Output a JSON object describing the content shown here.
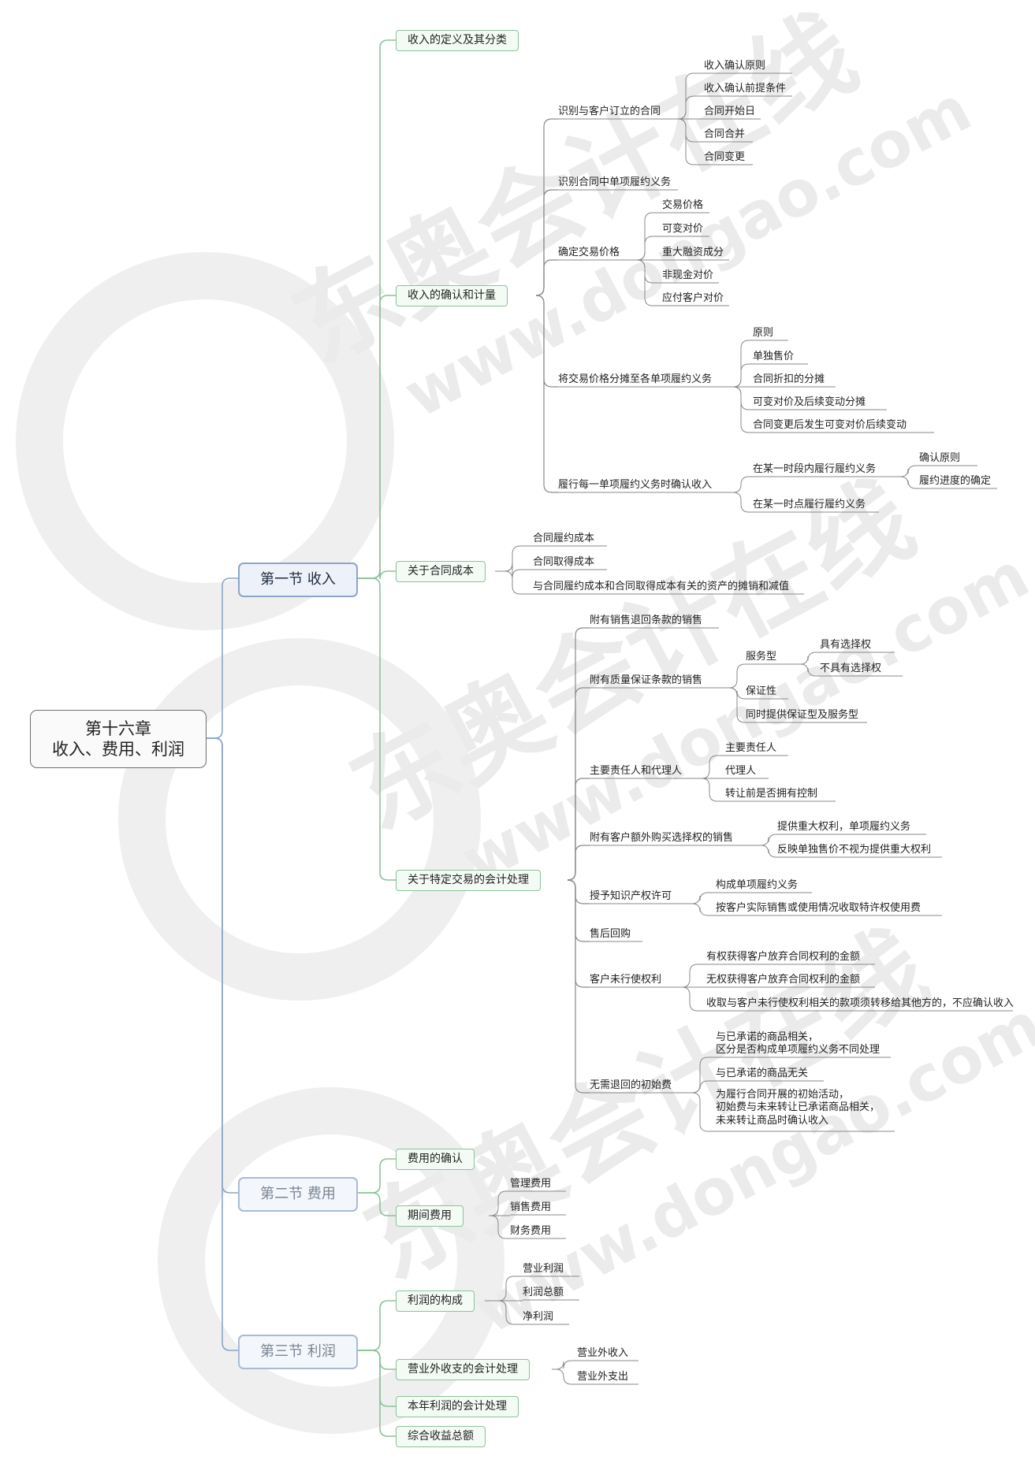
{
  "root": {
    "line1": "第十六章",
    "line2": "收入、费用、利润"
  },
  "sections": [
    {
      "label": "第一节 收入"
    },
    {
      "label": "第二节 费用"
    },
    {
      "label": "第三节 利润"
    }
  ],
  "s1": {
    "definition": "收入的定义及其分类",
    "recognition": {
      "label": "收入的确认和计量",
      "contract": {
        "label": "识别与客户订立的合同",
        "items": [
          "收入确认原则",
          "收入确认前提条件",
          "合同开始日",
          "合同合并",
          "合同变更"
        ]
      },
      "obligation": "识别合同中单项履约义务",
      "price": {
        "label": "确定交易价格",
        "items": [
          "交易价格",
          "可变对价",
          "重大融资成分",
          "非现金对价",
          "应付客户对价"
        ]
      },
      "allocate": {
        "label": "将交易价格分摊至各单项履约义务",
        "items": [
          "原则",
          "单独售价",
          "合同折扣的分摊",
          "可变对价及后续变动分摊",
          "合同变更后发生可变对价后续变动"
        ]
      },
      "perform": {
        "label": "履行每一单项履约义务时确认收入",
        "period": {
          "label": "在某一时段内履行履约义务",
          "items": [
            "确认原则",
            "履约进度的确定"
          ]
        },
        "point": "在某一时点履行履约义务"
      }
    },
    "cost": {
      "label": "关于合同成本",
      "items": [
        "合同履约成本",
        "合同取得成本",
        "与合同履约成本和合同取得成本有关的资产的摊销和减值"
      ]
    },
    "specific": {
      "label": "关于特定交易的会计处理",
      "return": "附有销售退回条款的销售",
      "warranty": {
        "label": "附有质量保证条款的销售",
        "service": {
          "label": "服务型",
          "items": [
            "具有选择权",
            "不具有选择权"
          ]
        },
        "assurance": "保证性",
        "both": "同时提供保证型及服务型"
      },
      "principal": {
        "label": "主要责任人和代理人",
        "items": [
          "主要责任人",
          "代理人",
          "转让前是否拥有控制"
        ]
      },
      "option": {
        "label": "附有客户额外购买选择权的销售",
        "items": [
          "提供重大权利，单项履约义务",
          "反映单独售价不视为提供重大权利"
        ]
      },
      "license": {
        "label": "授予知识产权许可",
        "items": [
          "构成单项履约义务",
          "按客户实际销售或使用情况收取特许权使用费"
        ]
      },
      "buyback": "售后回购",
      "unexercised": {
        "label": "客户未行使权利",
        "items": [
          "有权获得客户放弃合同权利的金额",
          "无权获得客户放弃合同权利的金额",
          "收取与客户未行使权利相关的款项须转移给其他方的，不应确认收入"
        ]
      },
      "fee": {
        "label": "无需退回的初始费",
        "items": [
          "与已承诺的商品相关，\n区分是否构成单项履约义务不同处理",
          "与已承诺的商品无关",
          "为履行合同开展的初始活动，\n初始费与未来转让已承诺商品相关，\n未来转让商品时确认收入"
        ]
      }
    }
  },
  "s2": {
    "recognition": "费用的确认",
    "period": {
      "label": "期间费用",
      "items": [
        "管理费用",
        "销售费用",
        "财务费用"
      ]
    }
  },
  "s3": {
    "composition": {
      "label": "利润的构成",
      "items": [
        "营业利润",
        "利润总额",
        "净利润"
      ]
    },
    "nonop": {
      "label": "营业外收支的会计处理",
      "items": [
        "营业外收入",
        "营业外支出"
      ]
    },
    "annual": "本年利润的会计处理",
    "comprehensive": "综合收益总额"
  },
  "watermark": {
    "cn": "东奥会计在线",
    "url": "www.dongao.com"
  },
  "colors": {
    "branch_green": "#8cc29a",
    "branch_blue": "#8aa6c6",
    "root_border": "#6e6e6e"
  }
}
